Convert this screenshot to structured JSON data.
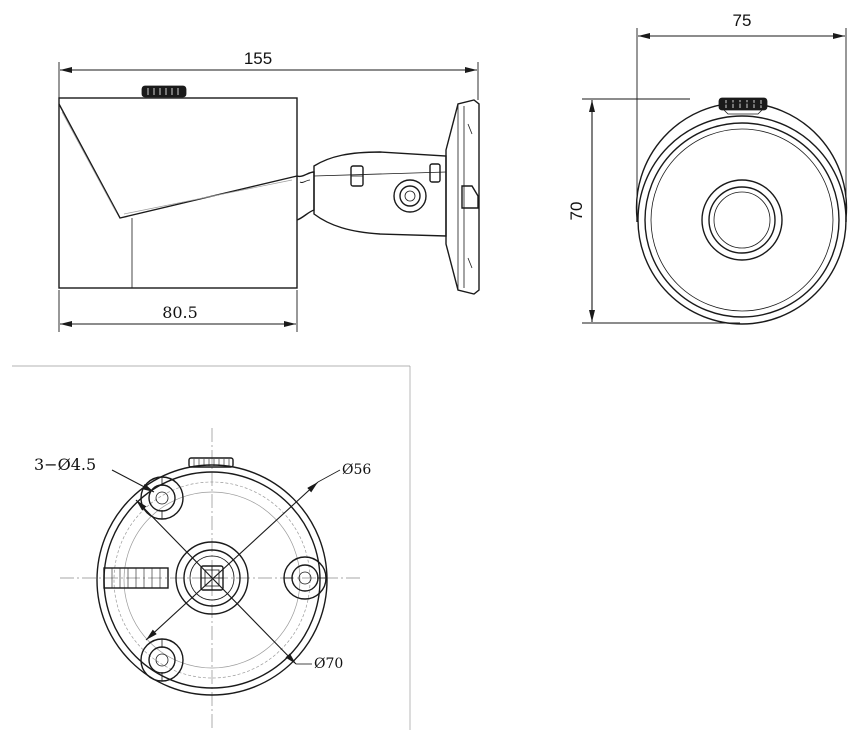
{
  "dimensions": {
    "overall_length": "155",
    "housing_length": "80.5",
    "front_width": "75",
    "front_height": "70",
    "mount_holes": "3−Ø4.5",
    "base_diameter_inner": "Ø56",
    "base_diameter_outer": "Ø70"
  },
  "colors": {
    "line": "#1a1a1a",
    "centerline": "#8a8a8a",
    "background": "#ffffff"
  }
}
